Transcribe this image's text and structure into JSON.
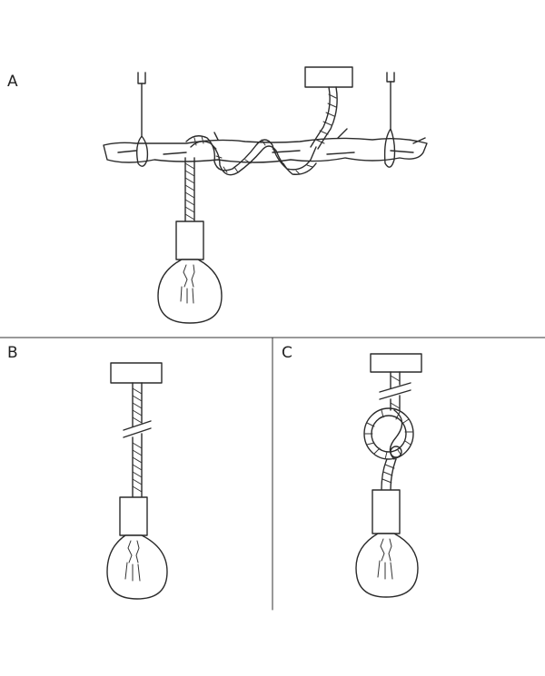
{
  "panels": [
    {
      "id": "A",
      "label": "A"
    },
    {
      "id": "B",
      "label": "B"
    },
    {
      "id": "C",
      "label": "C"
    }
  ],
  "colors": {
    "ink": "#2b2b2b",
    "background": "#ffffff"
  }
}
